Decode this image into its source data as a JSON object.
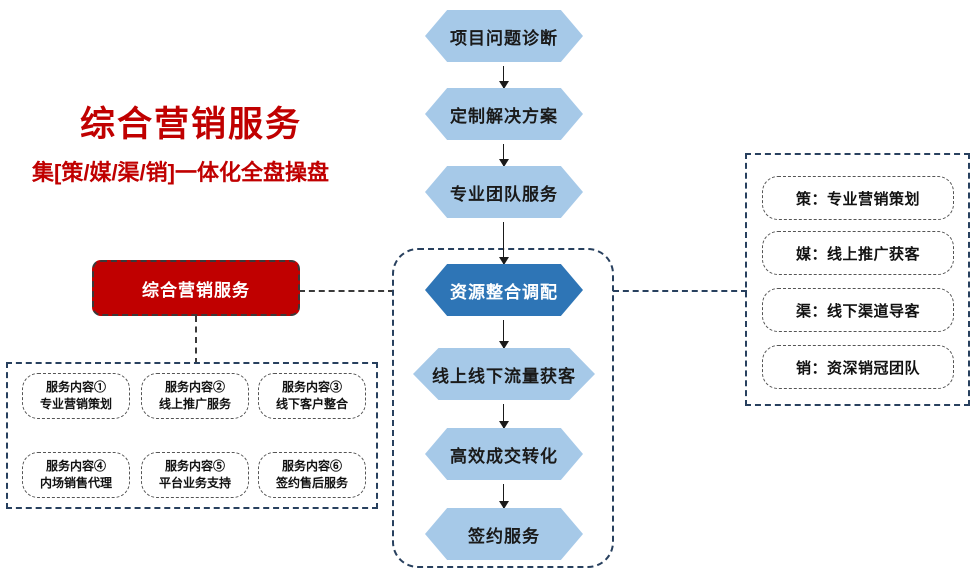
{
  "title": {
    "main": "综合营销服务",
    "sub": "集[策/媒/渠/销]一体化全盘操盘",
    "color": "#C00000"
  },
  "highlight_box": {
    "label": "综合营销服务",
    "fill": "#C00000",
    "text_color": "#FFFFFF"
  },
  "flow": {
    "colors": {
      "node": "#A6C9E8",
      "active_node": "#2E75B6",
      "border": "#28405E"
    },
    "nodes": [
      {
        "label": "项目问题诊断",
        "active": false
      },
      {
        "label": "定制解决方案",
        "active": false
      },
      {
        "label": "专业团队服务",
        "active": false
      },
      {
        "label": "资源整合调配",
        "active": true
      },
      {
        "label": "线上线下流量获客",
        "active": false
      },
      {
        "label": "高效成交转化",
        "active": false
      },
      {
        "label": "签约服务",
        "active": false
      }
    ]
  },
  "services": {
    "items": [
      {
        "index": "服务内容①",
        "name": "专业营销策划"
      },
      {
        "index": "服务内容②",
        "name": "线上推广服务"
      },
      {
        "index": "服务内容③",
        "name": "线下客户整合"
      },
      {
        "index": "服务内容④",
        "name": "内场销售代理"
      },
      {
        "index": "服务内容⑤",
        "name": "平台业务支持"
      },
      {
        "index": "服务内容⑥",
        "name": "签约售后服务"
      }
    ]
  },
  "pillars": {
    "items": [
      {
        "label": "策：专业营销策划"
      },
      {
        "label": "媒：线上推广获客"
      },
      {
        "label": "渠：线下渠道导客"
      },
      {
        "label": "销：资深销冠团队"
      }
    ]
  }
}
